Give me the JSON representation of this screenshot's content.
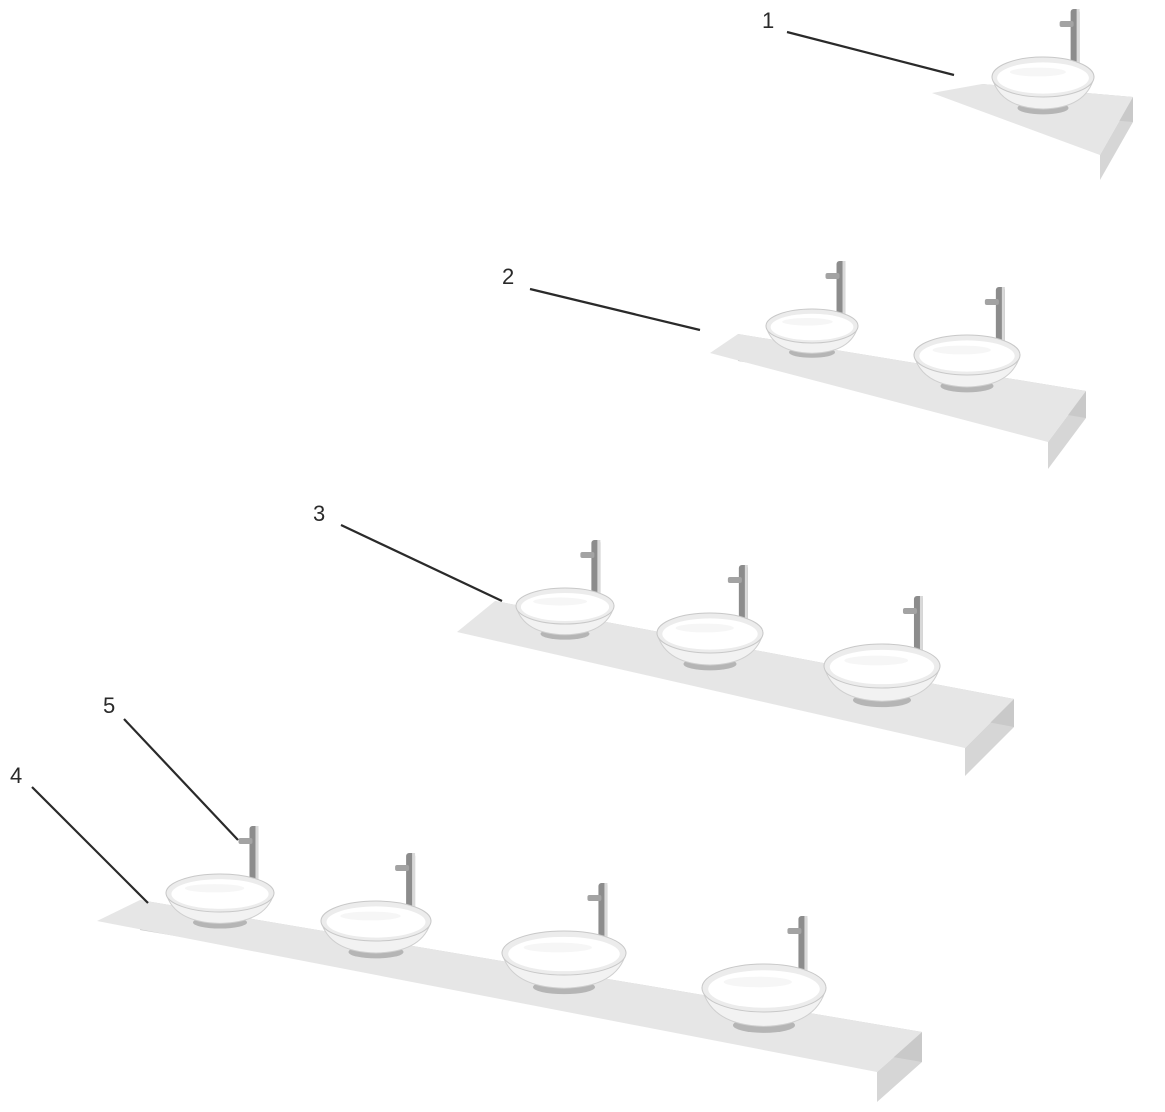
{
  "callouts": [
    {
      "id": "1",
      "label": "1"
    },
    {
      "id": "2",
      "label": "2"
    },
    {
      "id": "3",
      "label": "3"
    },
    {
      "id": "4",
      "label": "4"
    },
    {
      "id": "5",
      "label": "5"
    }
  ],
  "countertops": [
    {
      "callout": "1",
      "basin_count": 1
    },
    {
      "callout": "2",
      "basin_count": 2
    },
    {
      "callout": "3",
      "basin_count": 3
    },
    {
      "callout": "4",
      "basin_count": 4
    }
  ],
  "colors": {
    "countertop_top": "#e6e6e6",
    "countertop_front": "#d6d6d6",
    "countertop_side": "#c9c9c9",
    "basin_outer": "#f2f2f2",
    "basin_inner": "#ffffff",
    "faucet": "#8c8c8c",
    "leader_line": "#2a2a2a",
    "label_text": "#2a2a2a"
  },
  "icons": [
    "vessel-basin-icon",
    "faucet-icon"
  ]
}
